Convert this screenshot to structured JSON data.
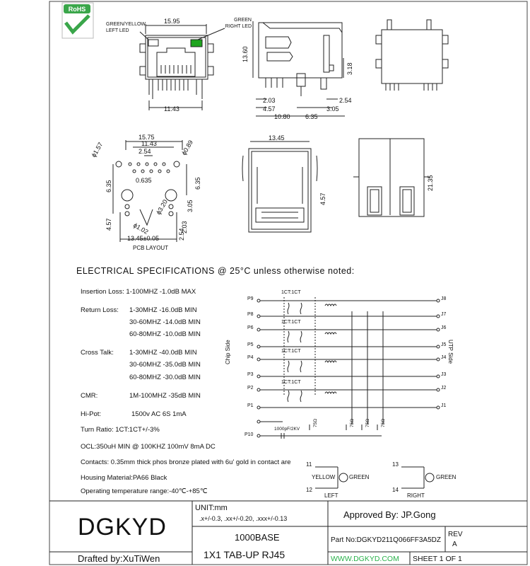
{
  "logo": {
    "text": "RoHS"
  },
  "leds": {
    "left": "GREEN/YELLOW LEFT LED",
    "right": "GREEN RIGHT LED"
  },
  "dims": {
    "front_width": "15.95",
    "front_bottom": "11.43",
    "side_height": "13.60",
    "side_318": "3.18",
    "side_203": "2.03",
    "side_457": "4.57",
    "side_1080": "10.80",
    "side_635": "6.35",
    "side_305": "3.05",
    "side_254": "2.54",
    "pcb_1575": "15.75",
    "pcb_1143": "11.43",
    "pcb_254": "2.54",
    "pcb_0635": "0.635",
    "pcb_157": "ϕ1.57",
    "pcb_089": "ϕ0.89",
    "pcb_635a": "6.35",
    "pcb_635b": "6.35",
    "pcb_457": "4.57",
    "pcb_305": "3.05",
    "pcb_203": "2.03",
    "pcb_102": "ϕ1.02",
    "pcb_320": "ϕ3.20",
    "pcb_254b": "2.54",
    "pcb_1345": "13.45±0.05",
    "pcb_title": "PCB LAYOUT",
    "bottom_1345": "13.45",
    "bottom_457": "4.57",
    "rear_2135": "21.35"
  },
  "specs": {
    "heading": "ELECTRICAL SPECIFICATIONS @ 25°C unless otherwise noted:",
    "insertion": "Insertion Loss: 1-100MHZ  -1.0dB MAX",
    "return_label": "Return Loss:",
    "return_1": "1-30MHZ   -16.0dB MIN",
    "return_2": "30-60MHZ  -14.0dB MIN",
    "return_3": "60-80MHZ  -10.0dB MIN",
    "cross_label": "Cross Talk:",
    "cross_1": "1-30MHZ   -40.0dB MIN",
    "cross_2": "30-60MHZ  -35.0dB MIN",
    "cross_3": "60-80MHZ  -30.0dB MIN",
    "cmr_label": "CMR:",
    "cmr": "1M-100MHZ  -35dB MIN",
    "hipot_label": "Hi-Pot:",
    "hipot": "1500v AC 6S 1mA",
    "turn": "Turn Ratio: 1CT:1CT+/-3%",
    "ocl": "OCL:350uH MIN @ 100KHZ 100mV 8mA DC",
    "contacts": "Contacts: 0.35mm thick phos bronze plated with 6u' gold in contact are",
    "housing": "Housing Material:PA66 Black",
    "temp": "Operating temperature range:-40℃-+85℃"
  },
  "schematic": {
    "chip_side": "Chip Side",
    "utp_side": "UTP Side",
    "ratio": "1CT:1CT",
    "left_pins": [
      "P9",
      "P8",
      "P6",
      "P5",
      "P4",
      "P3",
      "P2",
      "P1",
      "P10"
    ],
    "right_pins": [
      "J8",
      "J7",
      "J6",
      "J5",
      "J4",
      "J3",
      "J2",
      "J1"
    ],
    "cap": "1000pF/2KV",
    "res": "75Ω"
  },
  "led_diagram": {
    "left_top": "11",
    "left_bottom": "12",
    "left_label": "YELLOW",
    "left_label2": "GREEN",
    "left_name": "LEFT",
    "right_top": "13",
    "right_bottom": "14",
    "right_label": "GREEN",
    "right_name": "RIGHT"
  },
  "title_block": {
    "company": "DGKYD",
    "drafted": "Drafted by:XuTiWen",
    "unit": "UNIT:mm",
    "tolerance": ".x+/-0.3, .xx+/-0.20, .xxx+/-0.13",
    "product_1": "1000BASE",
    "product_2": "1X1 TAB-UP RJ45",
    "approved": "Approved By:  JP.Gong",
    "part_no": "Part No:DGKYD211Q066FF3A5DZ",
    "rev_label": "REV",
    "rev": "A",
    "website": "WWW.DGKYD.COM",
    "sheet": "SHEET 1 OF 1"
  },
  "colors": {
    "line": "#222222",
    "led_green": "#1fa51f",
    "logo_green": "#3aa64a",
    "link": "#2bb24c"
  }
}
